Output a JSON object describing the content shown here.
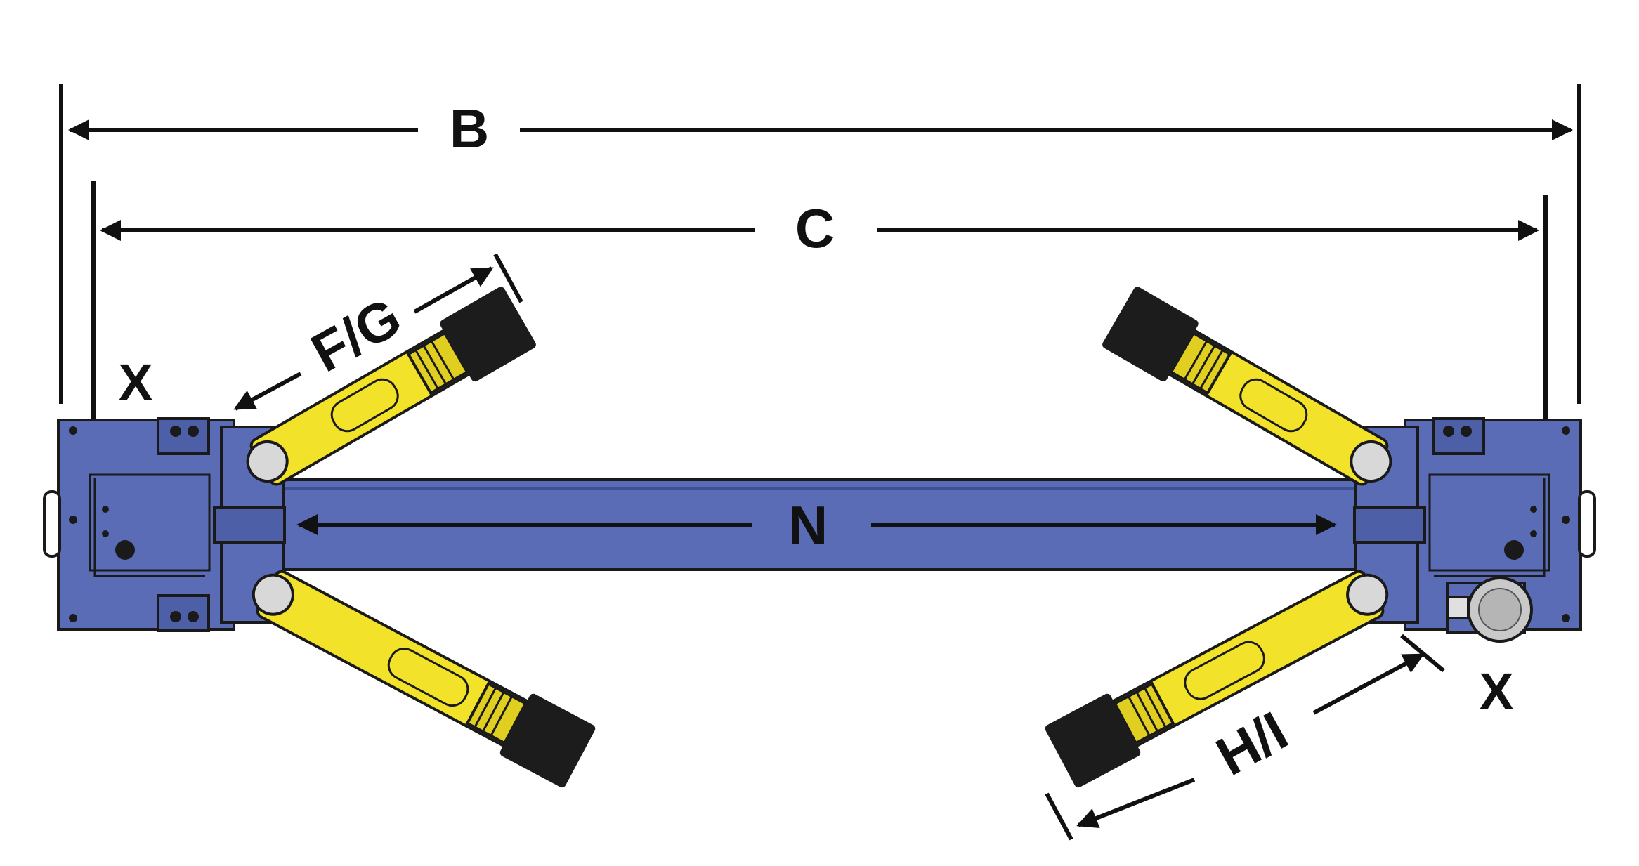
{
  "labels": {
    "overall_width": "B",
    "column_spacing": "C",
    "front_arm_reach": "F/G",
    "rear_arm_reach": "H/I",
    "drive_through": "N",
    "column_offset_left": "X",
    "column_offset_right": "X"
  },
  "colors": {
    "column_blue": "#5a6cb5",
    "column_blue_dark": "#3f4f95",
    "arm_yellow": "#f2e32a",
    "arm_yellow_dark": "#c9b61a",
    "pad_black": "#1c1c1c",
    "line_black": "#111111"
  }
}
